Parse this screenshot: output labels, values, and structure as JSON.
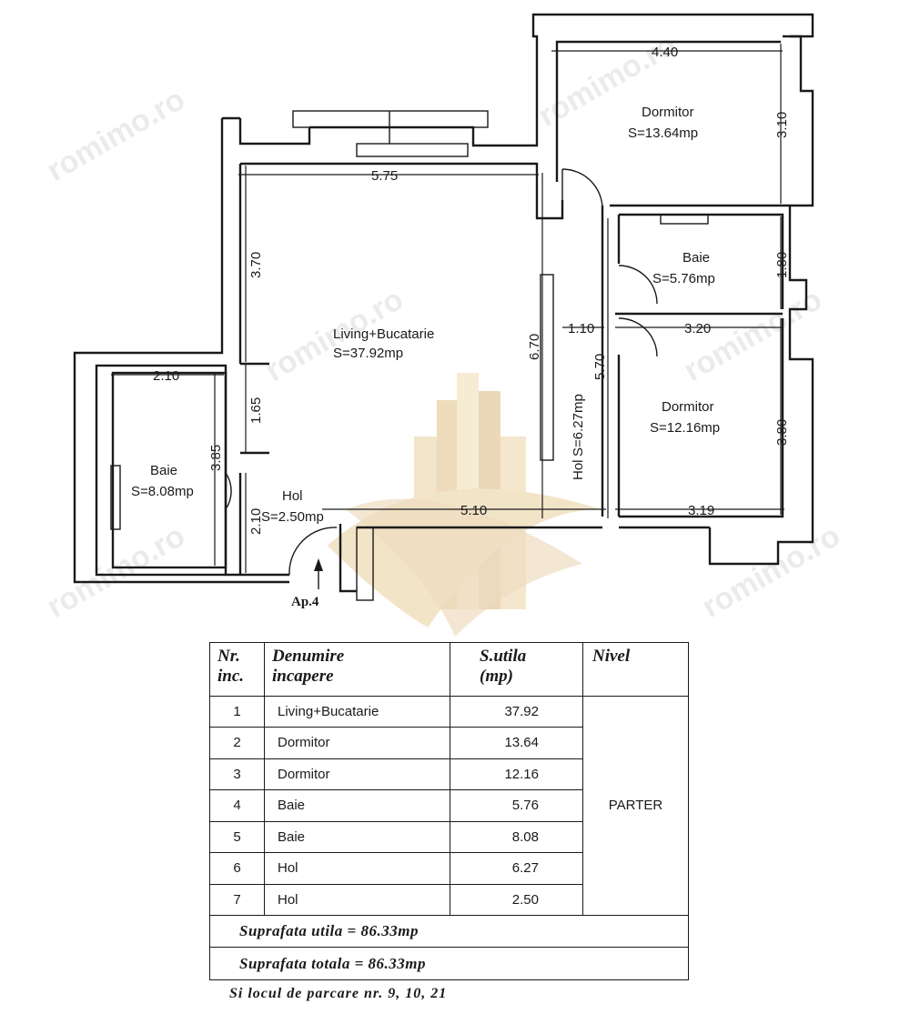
{
  "watermark": {
    "text": "romimo.ro"
  },
  "plan": {
    "rooms": {
      "living": {
        "name": "Living+Bucatarie",
        "area": "S=37.92mp"
      },
      "dormitor1": {
        "name": "Dormitor",
        "area": "S=13.64mp"
      },
      "baie1": {
        "name": "Baie",
        "area": "S=5.76mp"
      },
      "dormitor2": {
        "name": "Dormitor",
        "area": "S=12.16mp"
      },
      "baie2": {
        "name": "Baie",
        "area": "S=8.08mp"
      },
      "hol1": {
        "name": "Hol",
        "area": "S=2.50mp"
      },
      "hol2": {
        "name": "Hol",
        "area": "S=6.27mp"
      }
    },
    "dims": {
      "d440": "4.40",
      "d310": "3.10",
      "d575": "5.75",
      "d370": "3.70",
      "d180": "1.80",
      "d320": "3.20",
      "d110": "1.10",
      "d670": "6.70",
      "d570": "5.70",
      "d380": "3.80",
      "d210a": "2.10",
      "d165": "1.65",
      "d385": "3.85",
      "d210b": "2.10",
      "d510": "5.10",
      "d319": "3.19"
    },
    "apartment_label": "Ap.4"
  },
  "table": {
    "headers": {
      "nr": "Nr.",
      "nr2": "inc.",
      "name": "Denumire",
      "name2": "incapere",
      "area": "S.utila",
      "area2": "(mp)",
      "level": "Nivel"
    },
    "rows": [
      {
        "nr": "1",
        "name": "Living+Bucatarie",
        "area": "37.92"
      },
      {
        "nr": "2",
        "name": "Dormitor",
        "area": "13.64"
      },
      {
        "nr": "3",
        "name": "Dormitor",
        "area": "12.16"
      },
      {
        "nr": "4",
        "name": "Baie",
        "area": "5.76"
      },
      {
        "nr": "5",
        "name": "Baie",
        "area": "8.08"
      },
      {
        "nr": "6",
        "name": "Hol",
        "area": "6.27"
      },
      {
        "nr": "7",
        "name": "Hol",
        "area": "2.50"
      }
    ],
    "level_value": "PARTER",
    "util_total": "Suprafata  utila  =  86.33mp",
    "total": "Suprafata  totala  =  86.33mp"
  },
  "note": "Si  locul  de  parcare  nr.  9,  10,  21"
}
